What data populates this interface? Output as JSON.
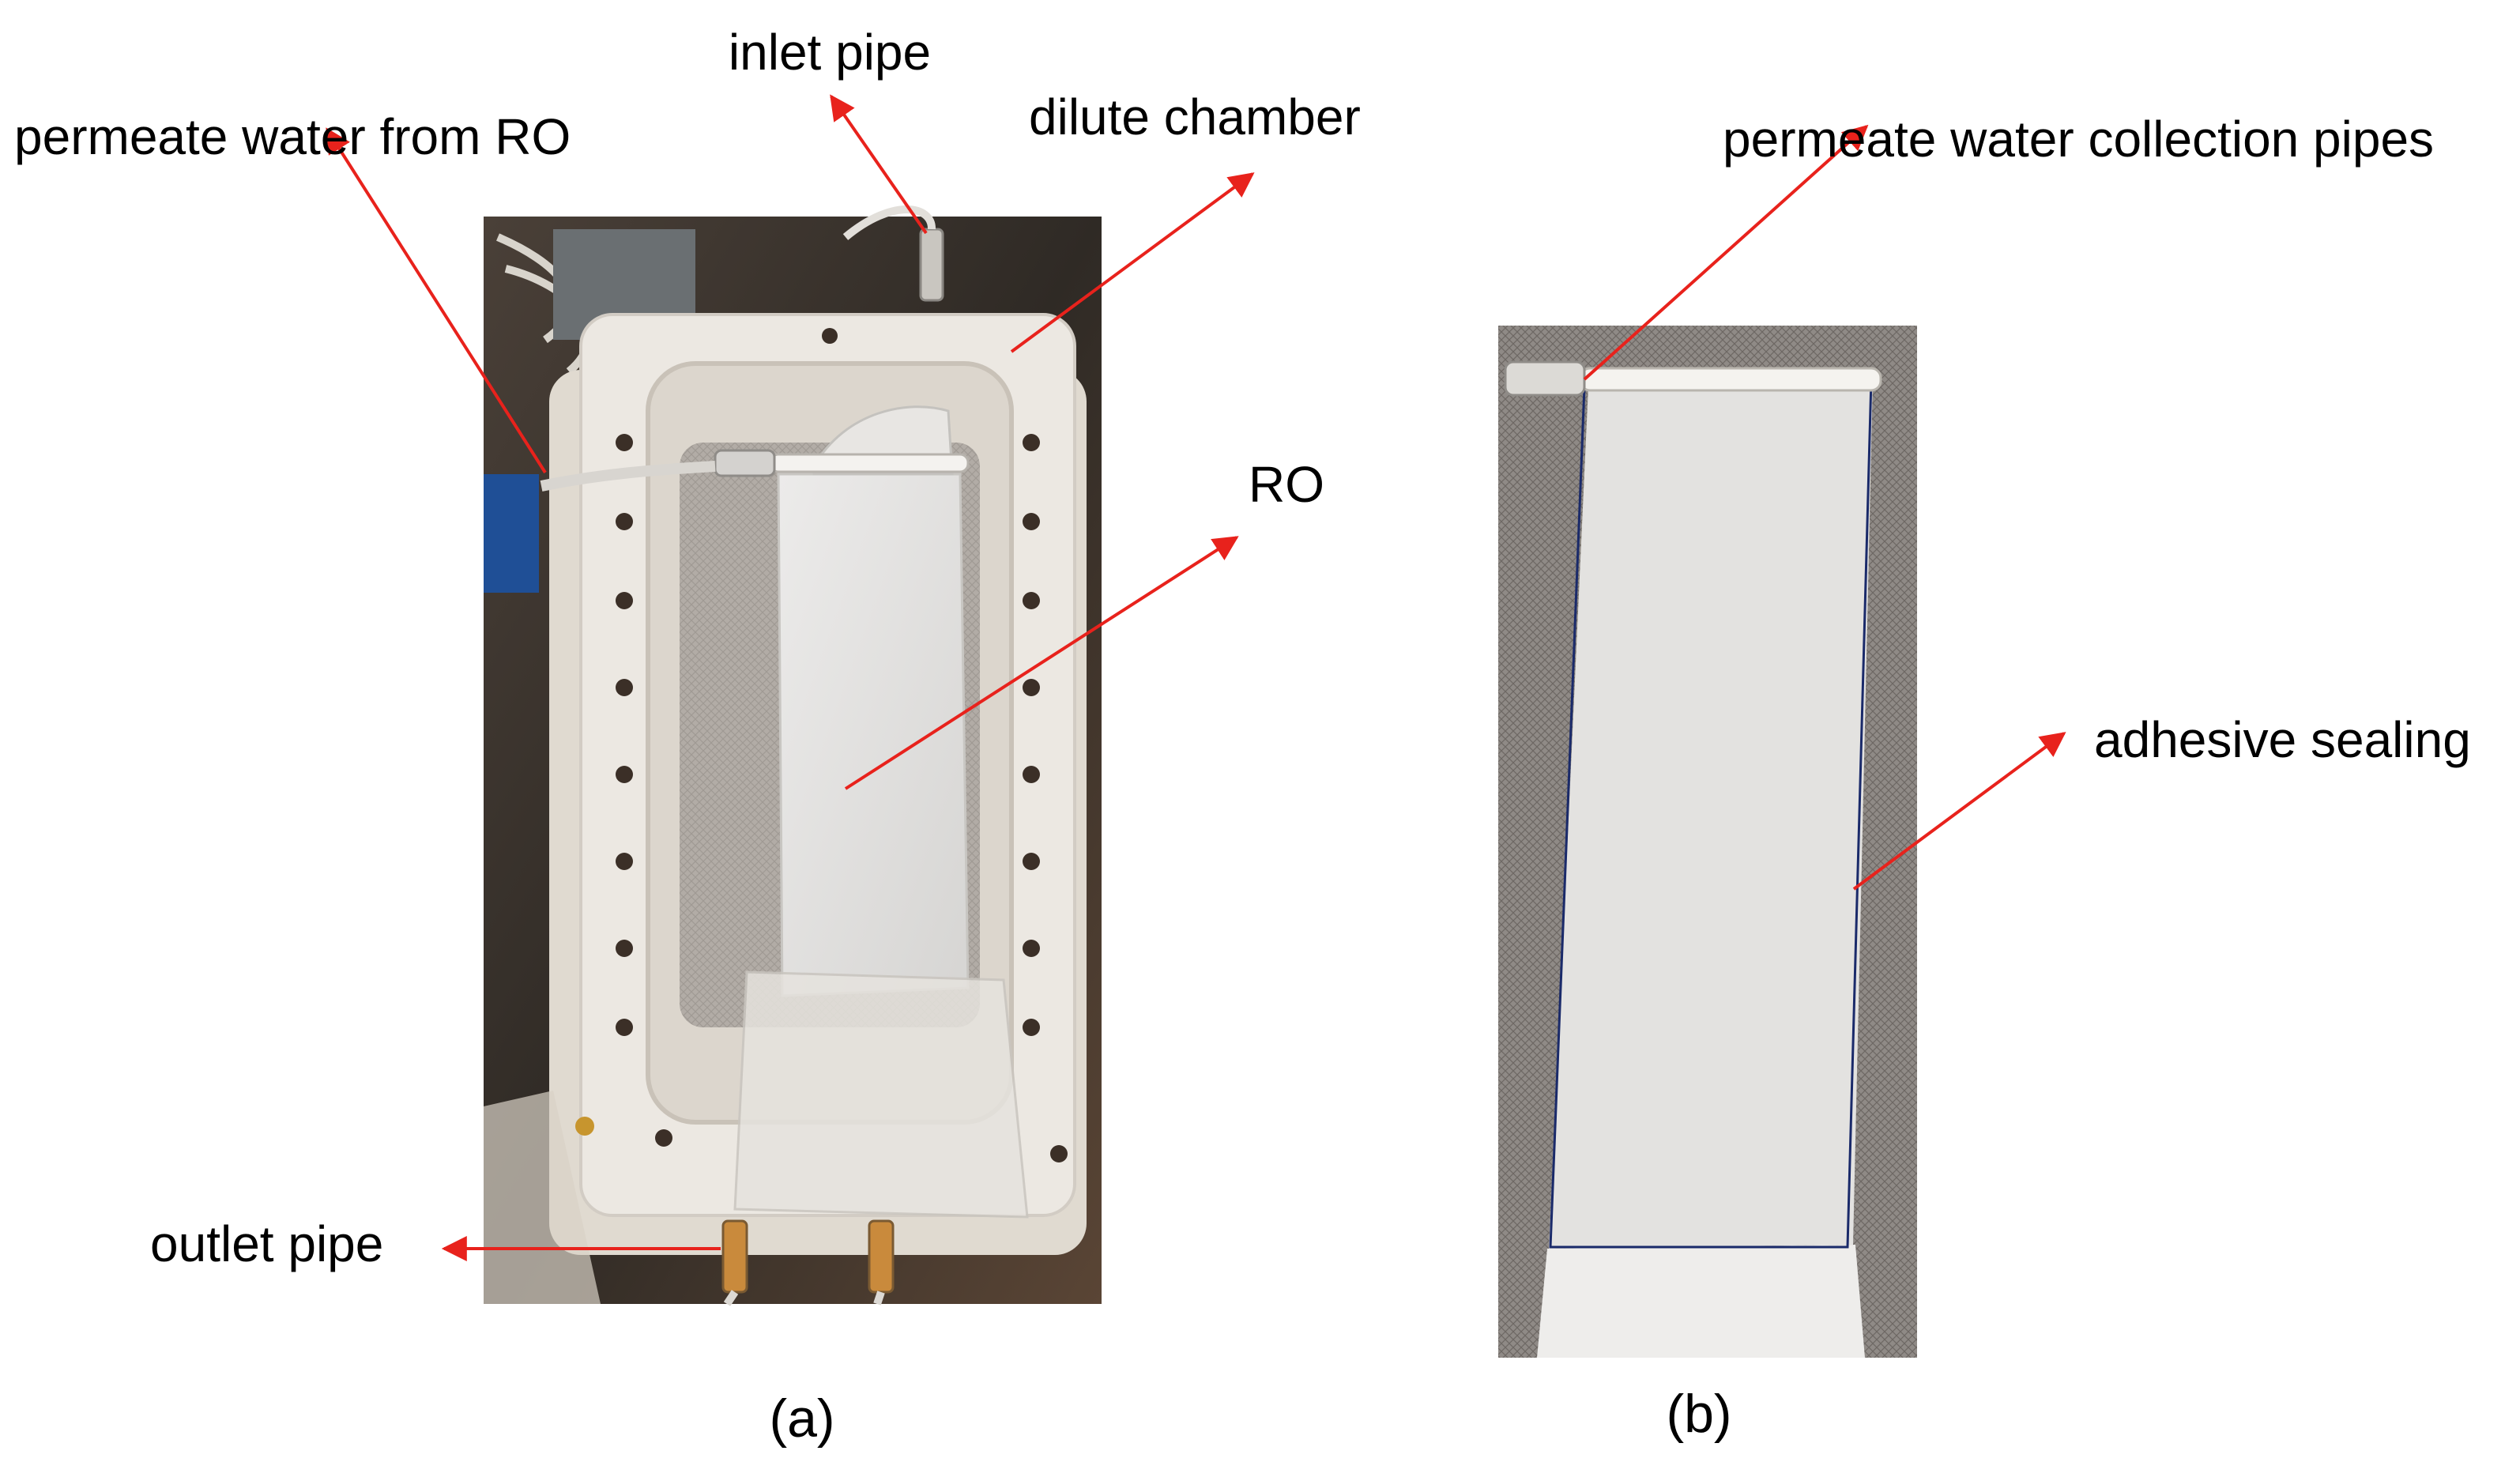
{
  "panel_a": {
    "caption": "(a)",
    "labels": {
      "inlet_pipe": "inlet pipe",
      "permeate_water_from_ro": "permeate water from RO",
      "dilute_chamber": "dilute chamber",
      "ro": "RO",
      "outlet_pipe": "outlet pipe"
    }
  },
  "panel_b": {
    "caption": "(b)",
    "labels": {
      "permeate_collection_pipes": "permeate water collection pipes",
      "adhesive_sealing": "adhesive sealing"
    }
  },
  "colors": {
    "arrow": "#e8221c",
    "frame_plate": "#ece8e2",
    "membrane": "#e4e4e2",
    "background_dark": "#3a342e",
    "sealing_line": "#1a2a6a"
  }
}
